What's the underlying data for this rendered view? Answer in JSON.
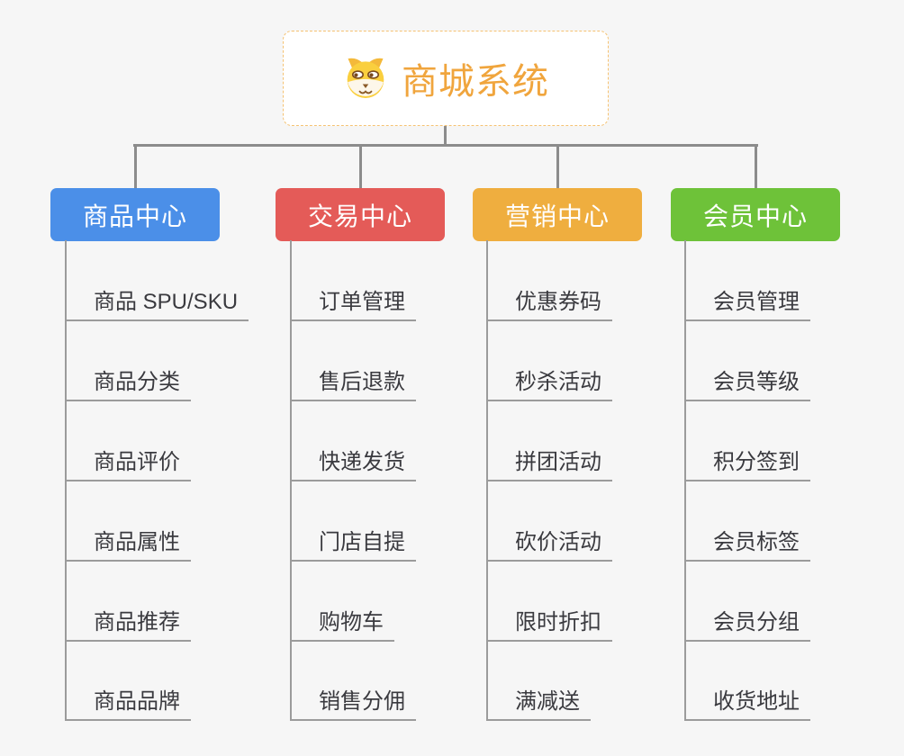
{
  "root": {
    "title": "商城系统",
    "icon": "dog-face-icon",
    "text_color": "#F0A53D",
    "border_color": "#F5C272"
  },
  "theme": {
    "background": "#F6F6F6",
    "connector_color": "#8C8C8C",
    "leaf_line_color": "#9B9B9B",
    "leaf_text_color": "#3A3A3F"
  },
  "branches": [
    {
      "label": "商品中心",
      "color": "#4B8FE8",
      "items": [
        "商品 SPU/SKU",
        "商品分类",
        "商品评价",
        "商品属性",
        "商品推荐",
        "商品品牌"
      ]
    },
    {
      "label": "交易中心",
      "color": "#E45B58",
      "items": [
        "订单管理",
        "售后退款",
        "快递发货",
        "门店自提",
        "购物车",
        "销售分佣"
      ]
    },
    {
      "label": "营销中心",
      "color": "#EFAE3F",
      "items": [
        "优惠券码",
        "秒杀活动",
        "拼团活动",
        "砍价活动",
        "限时折扣",
        "满减送"
      ]
    },
    {
      "label": "会员中心",
      "color": "#6EC239",
      "items": [
        "会员管理",
        "会员等级",
        "积分签到",
        "会员标签",
        "会员分组",
        "收货地址"
      ]
    }
  ]
}
